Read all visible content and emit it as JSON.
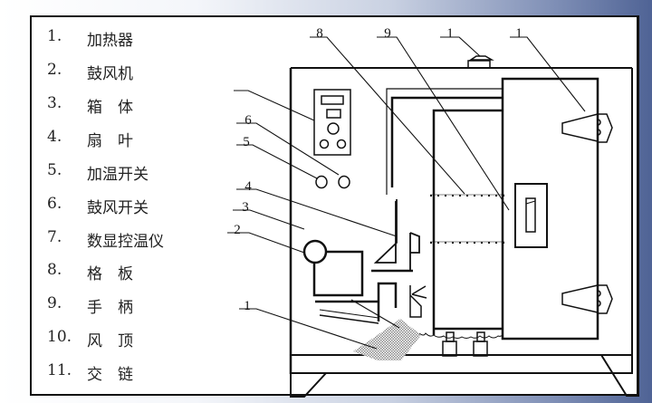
{
  "legend": {
    "items": [
      {
        "num": "1.",
        "name": "加热器"
      },
      {
        "num": "2.",
        "name": "鼓风机"
      },
      {
        "num": "3.",
        "name": "箱　体"
      },
      {
        "num": "4.",
        "name": "扇　叶"
      },
      {
        "num": "5.",
        "name": "加温开关"
      },
      {
        "num": "6.",
        "name": "鼓风开关"
      },
      {
        "num": "7.",
        "name": "数显控温仪"
      },
      {
        "num": "8.",
        "name": "格　板"
      },
      {
        "num": "9.",
        "name": "手　柄"
      },
      {
        "num": "10.",
        "name": "风　顶"
      },
      {
        "num": "11.",
        "name": "交　链"
      }
    ]
  },
  "callouts": {
    "top": [
      "8",
      "9",
      "1",
      "1"
    ],
    "left": [
      "6",
      "5",
      "4",
      "3",
      "2",
      "1"
    ]
  },
  "colors": {
    "line": "#111111",
    "hatch": "#9a9a9a",
    "accent_blue": "#4f6395"
  }
}
